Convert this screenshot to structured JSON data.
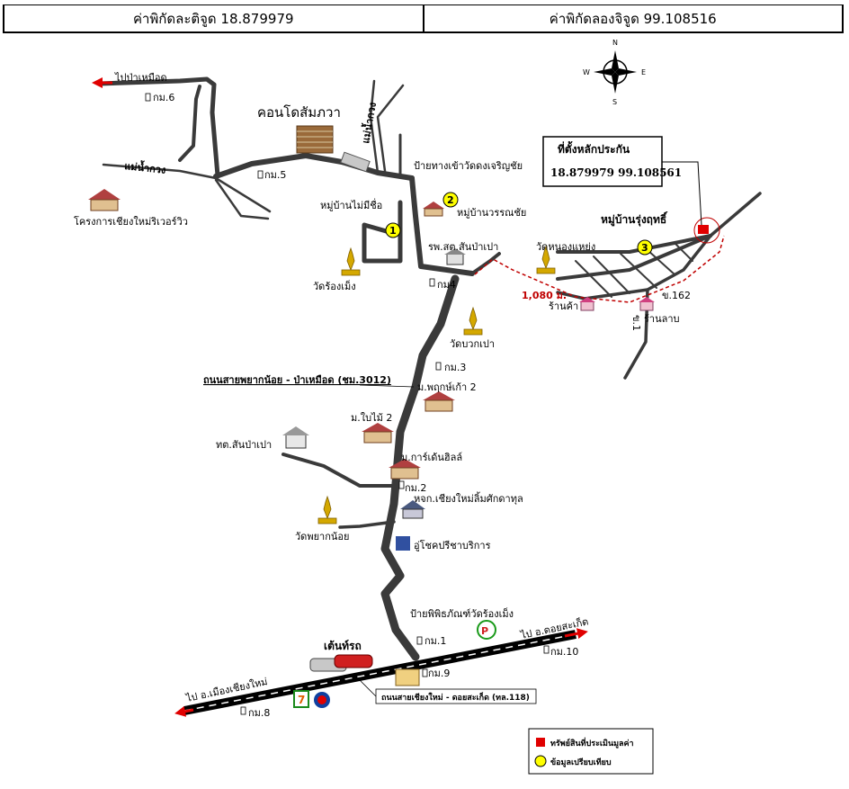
{
  "header": {
    "lat_label": "ค่าพิกัดละติจูด 18.879979",
    "lon_label": "ค่าพิกัดลองจิจูด 99.108516"
  },
  "compass": {
    "n": "N",
    "s": "S",
    "e": "E",
    "w": "W"
  },
  "callout": {
    "title": "ที่ตั้งหลักประกัน",
    "coords": "18.879979 99.108561"
  },
  "places": {
    "to_pa_muead": "ไปป่าเหมือด",
    "km6": "กม.6",
    "condo": "คอนโดสัมภวา",
    "mae_kuang_river_v": "แม่น้ำกวง",
    "mae_kuang_river": "แม่น้ำกวง",
    "wat_sign": "ป้ายทางเข้าวัดดงเจริญชัย",
    "km5": "กม.5",
    "river_view": "โครงการเชียงใหม่ริเวอร์วิว",
    "no_name_village": "หมู่บ้านไม่มีชื่อ",
    "wannachai_village": "หมู่บ้านวรรณชัย",
    "hospital": "รพ.สต.สันป่าเปา",
    "wat_nong_yaeng": "วัดหนองแหย่ง",
    "rung_rit": "หมู่บ้านรุ่งฤทธิ์",
    "wat_rong_mueang": "วัดร้องเม็ง",
    "km4": "กม4",
    "distance": "1,080 ม.",
    "shop": "ร้านค้า",
    "road_162": "ข.162",
    "larb_shop": "ร้านลาบ",
    "side_road": "ข.1",
    "wat_bok_pao": "วัดบวกเปา",
    "km3": "กม.3",
    "road_name": "ถนนสายพยากน้อย - ป่าเหมือด (ชม.3012)",
    "phuek_kao": "ม.พฤกษ์เก้า 2",
    "bai_mai": "ม.ใบไม้ 2",
    "tessaban": "ทต.สันป่าเปา",
    "garden_hill": "ม.การ์เด้นฮิลล์",
    "km2": "กม.2",
    "chiang_mai_company": "หจก.เชียงใหม่ลิ้มศักดาทุล",
    "wat_phayak": "วัดพยากน้อย",
    "garage": "อู่โชคปรีชาบริการ",
    "museum_sign": "ป้ายพิพิธภัณฑ์วัดร้องเม็ง",
    "bus_stop": "เต้นท์รถ",
    "km1": "กม.1",
    "to_doi_saket": "ไป อ.ดอยสะเก็ด",
    "km10": "กม.10",
    "km9": "กม.9",
    "to_mueang": "ไป อ.เมืองเชียงใหม่",
    "main_road": "ถนนสายเชียงใหม่ - ดอยสะเก็ด (ทล.118)",
    "km8": "กม.8"
  },
  "markers": {
    "m1": "1",
    "m2": "2",
    "m3": "3"
  },
  "legend": {
    "property": "ทรัพย์สินที่ประเมินมูลค่า",
    "comparison": "ข้อมูลเปรียบเทียบ",
    "property_color": "#e00000",
    "comparison_color": "#ffff00"
  },
  "colors": {
    "road": "#3a3a3a",
    "route": "#c00000"
  }
}
